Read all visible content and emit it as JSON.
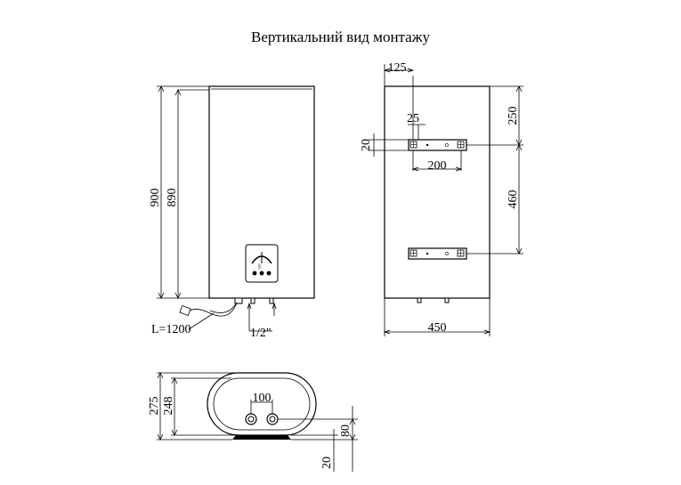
{
  "title": "Вертикальний вид монтажу",
  "front_view": {
    "height_outer": "900",
    "height_inner": "890",
    "cable_length": "L=1200",
    "pipe_thread": "1/2\""
  },
  "side_view": {
    "bracket_offset": "125",
    "bracket_width": "25",
    "bracket_height": "20",
    "bracket_span": "200",
    "top_to_bracket": "250",
    "bracket_distance": "460",
    "total_width": "450"
  },
  "top_view": {
    "depth_outer": "275",
    "depth_inner": "248",
    "pipe_spacing": "100",
    "pipe_height": "80",
    "foot_height": "20"
  }
}
